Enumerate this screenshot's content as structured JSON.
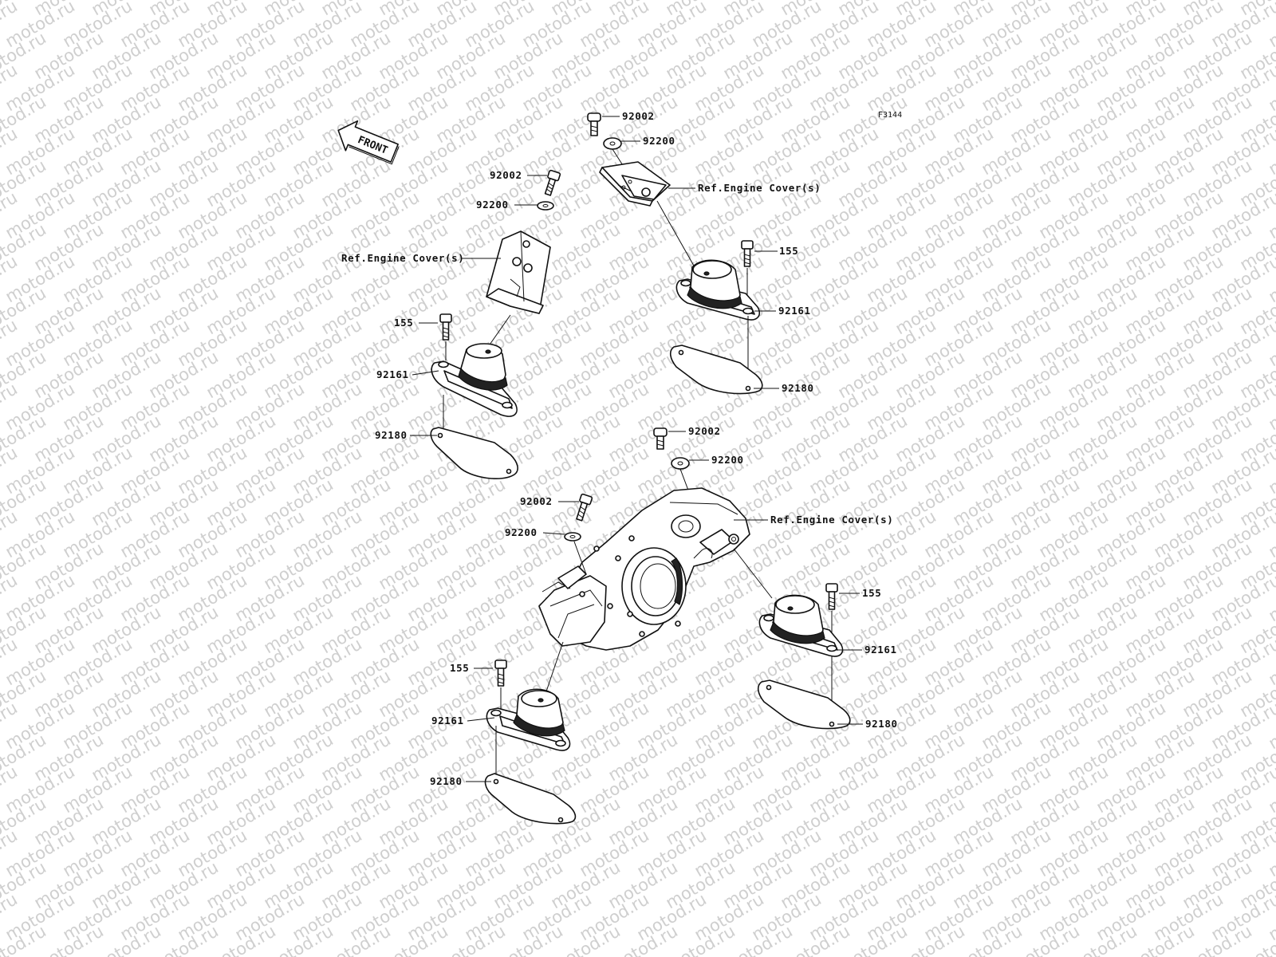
{
  "watermark": "motod.ru",
  "figure_code": "F3144",
  "front_label": "FRONT",
  "labels": {
    "g1": {
      "bolt": "92002",
      "washer": "92200",
      "ref": "Ref.Engine Cover(s)",
      "mount_bolt": "155",
      "mount": "92161",
      "plate": "92180"
    },
    "g2": {
      "bolt": "92002",
      "washer": "92200",
      "ref": "Ref.Engine Cover(s)",
      "mount_bolt": "155",
      "mount": "92161",
      "plate": "92180"
    },
    "g3": {
      "bolt": "92002",
      "washer": "92200",
      "ref": "Ref.Engine Cover(s)",
      "mount_bolt": "155",
      "mount": "92161",
      "plate": "92180"
    },
    "g4": {
      "bolt": "92002",
      "washer": "92200",
      "mount_bolt": "155",
      "mount": "92161",
      "plate": "92180"
    }
  }
}
